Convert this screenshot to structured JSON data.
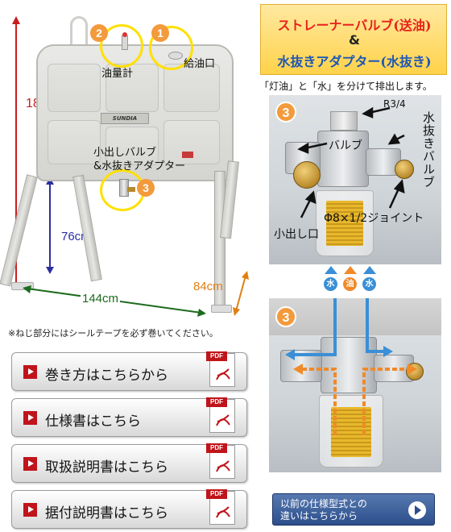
{
  "diagram": {
    "callouts": {
      "badge_2": "2",
      "badge_1": "1",
      "badge_3": "3",
      "gauge_label": "油量計",
      "fill_port_label": "給油口",
      "outlet_label_line1": "小出しバルブ",
      "outlet_label_line2": "&水抜きアダプター"
    },
    "brand": "SUNDIA",
    "dimensions": {
      "height": "185.5cm",
      "leg_height": "76cm",
      "width": "144cm",
      "depth": "84cm"
    },
    "colors": {
      "height": "#c81e1e",
      "leg_height": "#2b2f9e",
      "width": "#1d6b1d",
      "depth": "#e07f12"
    }
  },
  "note": "※ねじ部分にはシールテープを必ず巻いてください。",
  "pdf_buttons": [
    {
      "label": "巻き方はこちらから",
      "icon": "pdf-icon",
      "tag": "PDF"
    },
    {
      "label": "仕様書はこちら",
      "icon": "pdf-icon",
      "tag": "PDF"
    },
    {
      "label": "取扱説明書はこちら",
      "icon": "pdf-icon",
      "tag": "PDF"
    },
    {
      "label": "据付説明書はこちら",
      "icon": "pdf-icon",
      "tag": "PDF"
    }
  ],
  "strainer": {
    "title_line1": "ストレーナーバルブ(送油)",
    "title_amp": "&",
    "title_line2": "水抜きアダプター(水抜き)",
    "subtitle": "「灯油」と「水」を分けて排出します。",
    "photo1": {
      "badge": "3",
      "r34": "R3/4",
      "valve": "バルブ",
      "drain_valve": "水抜きバルブ",
      "joint": "Φ8×1/2ジョイント",
      "outlet": "小出し口"
    },
    "flow_badges": [
      "水",
      "油",
      "水"
    ],
    "flow_colors": {
      "water": "#3a8fd6",
      "oil": "#f08a2a"
    },
    "photo2": {
      "badge": "3"
    }
  },
  "old_spec_button": {
    "line1": "以前の仕様型式との",
    "line2": "違いはこちらから"
  }
}
